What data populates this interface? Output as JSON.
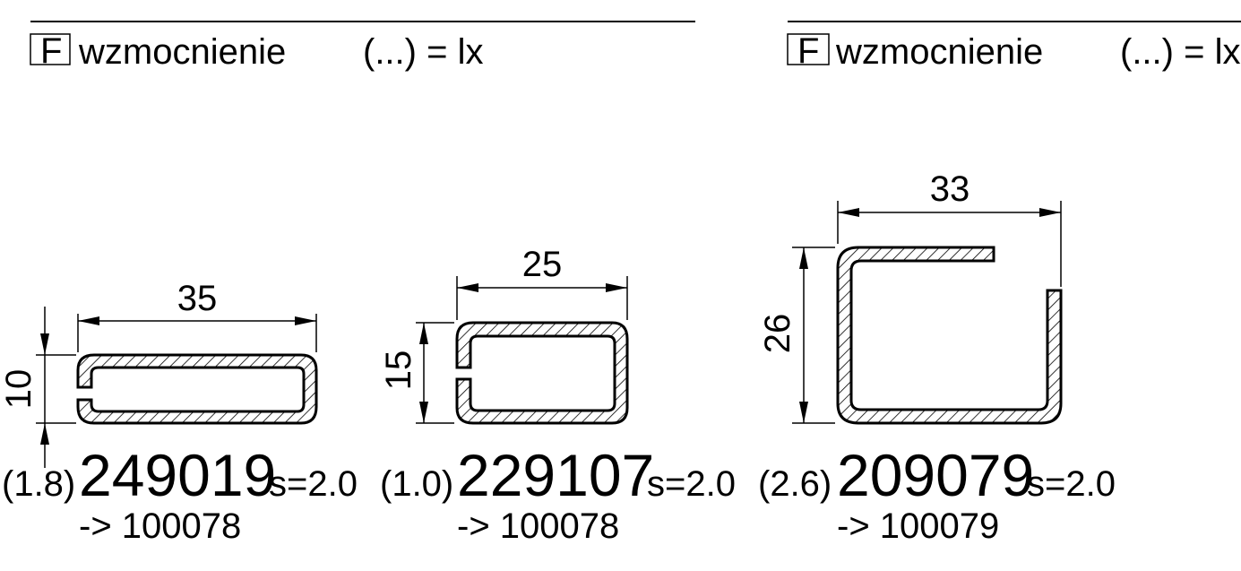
{
  "headers": [
    {
      "flag": "F",
      "label": "wzmocnienie",
      "formula": "(...) = lx"
    },
    {
      "flag": "F",
      "label": "wzmocnienie",
      "formula": "(...) = lx"
    }
  ],
  "profiles": [
    {
      "width": "35",
      "height": "10",
      "prefix": "(1.8)",
      "part_number": "249019",
      "thickness": "s=2.0",
      "ref": "-> 100078"
    },
    {
      "width": "25",
      "height": "15",
      "prefix": "(1.0)",
      "part_number": "229107",
      "thickness": "s=2.0",
      "ref": "-> 100078"
    },
    {
      "width": "33",
      "height": "26",
      "prefix": "(2.6)",
      "part_number": "209079",
      "thickness": "s=2.0",
      "ref": "-> 100079"
    }
  ]
}
